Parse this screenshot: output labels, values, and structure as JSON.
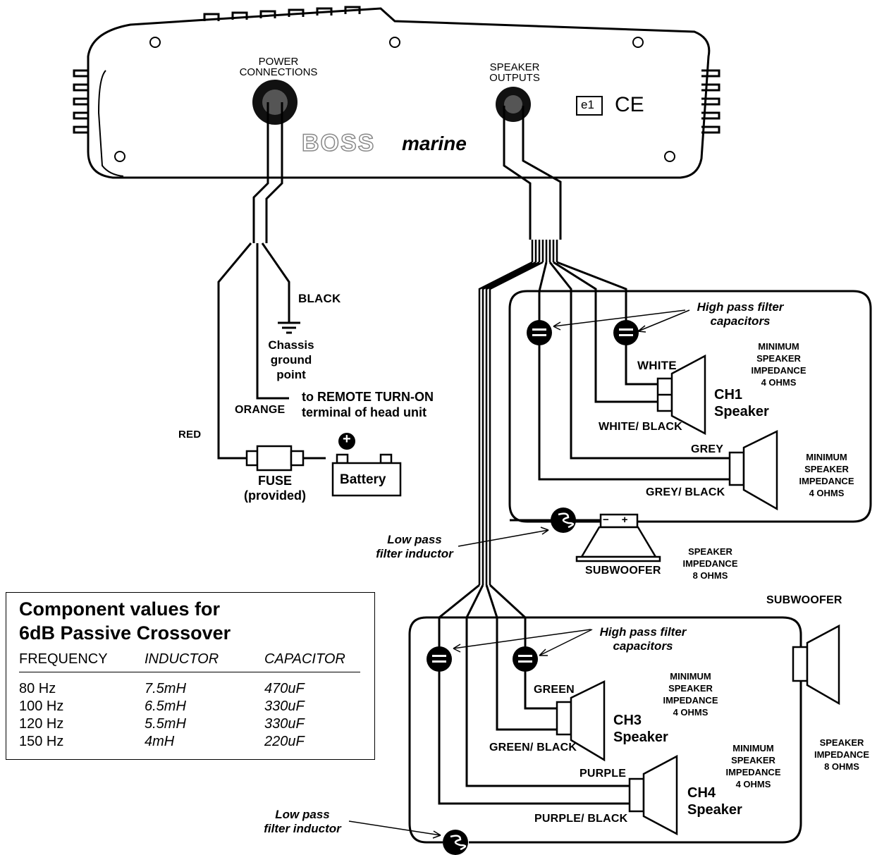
{
  "amplifier": {
    "power_label": [
      "POWER",
      "CONNECTIONS"
    ],
    "speaker_label": [
      "SPEAKER",
      "OUTPUTS"
    ],
    "brand": "BOSS",
    "brand_suffix": "marine",
    "cert_e1": "e1",
    "cert_ce": "CE"
  },
  "power": {
    "black": "BLACK",
    "chassis": [
      "Chassis",
      "ground",
      "point"
    ],
    "remote": [
      "to REMOTE TURN-ON",
      "terminal of head unit"
    ],
    "orange": "ORANGE",
    "red": "RED",
    "fuse": "FUSE",
    "fuse_note": "(provided)",
    "battery": "Battery",
    "battery_plus": "+"
  },
  "upper_box": {
    "hp_caps": [
      "High pass filter",
      "capacitors"
    ],
    "ch1_wires": [
      "WHITE",
      "WHITE/ BLACK"
    ],
    "ch1_name": [
      "CH1",
      "Speaker"
    ],
    "ch1_impedance": [
      "MINIMUM",
      "SPEAKER",
      "IMPEDANCE",
      "4 OHMS"
    ],
    "ch2_wires": [
      "GREY",
      "GREY/ BLACK"
    ],
    "ch2_impedance": [
      "MINIMUM",
      "SPEAKER",
      "IMPEDANCE",
      "4 OHMS"
    ],
    "lp_inductor": [
      "Low pass",
      "filter inductor"
    ],
    "subwoofer": "SUBWOOFER",
    "sub_impedance": [
      "SPEAKER",
      "IMPEDANCE",
      "8 OHMS"
    ]
  },
  "lower_box": {
    "hp_caps": [
      "High pass filter",
      "capacitors"
    ],
    "subwoofer": "SUBWOOFER",
    "sub_impedance": [
      "SPEAKER",
      "IMPEDANCE",
      "8 OHMS"
    ],
    "ch3_wires": [
      "GREEN",
      "GREEN/ BLACK"
    ],
    "ch3_name": [
      "CH3",
      "Speaker"
    ],
    "ch3_impedance": [
      "MINIMUM",
      "SPEAKER",
      "IMPEDANCE",
      "4 OHMS"
    ],
    "ch4_wires": [
      "PURPLE",
      "PURPLE/ BLACK"
    ],
    "ch4_name": [
      "CH4",
      "Speaker"
    ],
    "ch4_impedance": [
      "MINIMUM",
      "SPEAKER",
      "IMPEDANCE",
      "4 OHMS"
    ],
    "lp_inductor": [
      "Low pass",
      "filter inductor"
    ]
  },
  "crossover_table": {
    "title": [
      "Component values for",
      "6dB Passive Crossover"
    ],
    "headers": [
      "FREQUENCY",
      "INDUCTOR",
      "CAPACITOR"
    ],
    "frequency": [
      "80 Hz",
      "100 Hz",
      "120 Hz",
      "150 Hz"
    ],
    "inductor": [
      "7.5mH",
      "6.5mH",
      "5.5mH",
      "4mH"
    ],
    "capacitor": [
      "470uF",
      "330uF",
      "330uF",
      "220uF"
    ]
  }
}
